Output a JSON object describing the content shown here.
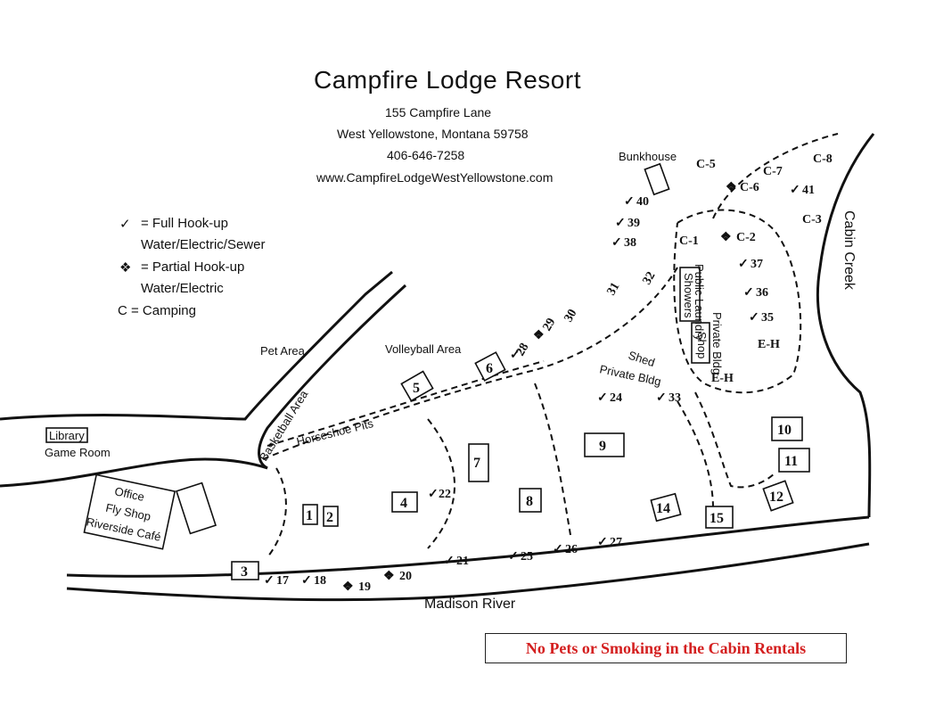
{
  "title": "Campfire Lodge Resort",
  "address": {
    "street": "155 Campfire Lane",
    "city": "West Yellowstone, Montana 59758",
    "phone": "406-646-7258",
    "website": "www.CampfireLodgeWestYellowstone.com"
  },
  "legend": {
    "full_symbol": "✓",
    "full_label": "= Full Hook-up",
    "full_detail": "Water/Electric/Sewer",
    "partial_symbol": "❖",
    "partial_label": "= Partial Hook-up",
    "partial_detail": "Water/Electric",
    "camping": "C = Camping"
  },
  "notice": "No Pets or Smoking in the Cabin Rentals",
  "places": {
    "library": "Library",
    "game_room": "Game Room",
    "office": "Office",
    "fly_shop": "Fly Shop",
    "cafe": "Riverside Café",
    "pet_area": "Pet Area",
    "volleyball": "Volleyball Area",
    "basketball": "Basketball Area",
    "horseshoe": "Horseshoe Pits",
    "bunkhouse": "Bunkhouse",
    "laundry": "Public Laundry",
    "showers": "Showers",
    "shop": "Shop",
    "private_bldg": "Private Bldg",
    "shed": "Shed",
    "private_bldg2": "Private Bldg",
    "madison_river": "Madison River",
    "cabin_creek": "Cabin Creek"
  },
  "cabins": [
    "1",
    "2",
    "3",
    "4",
    "5",
    "6",
    "7",
    "8",
    "9",
    "10",
    "11",
    "12",
    "14",
    "15"
  ],
  "sites": {
    "s17": "17",
    "s18": "18",
    "s19": "19",
    "s20": "20",
    "s21": "21",
    "s22": "22",
    "s24": "24",
    "s25": "25",
    "s26": "26",
    "s27": "27",
    "s28": "28",
    "s29": "29",
    "s30": "30",
    "s31": "31",
    "s32": "32",
    "s33": "33",
    "s35": "35",
    "s36": "36",
    "s37": "37",
    "s38": "38",
    "s39": "39",
    "s40": "40",
    "s41": "41",
    "c1": "C-1",
    "c2": "C-2",
    "c3": "C-3",
    "c5": "C-5",
    "c6": "C-6",
    "c7": "C-7",
    "c8": "C-8",
    "eh1": "E-H",
    "eh2": "E-H"
  },
  "marks": {
    "check": "✓",
    "partial": "❖"
  }
}
